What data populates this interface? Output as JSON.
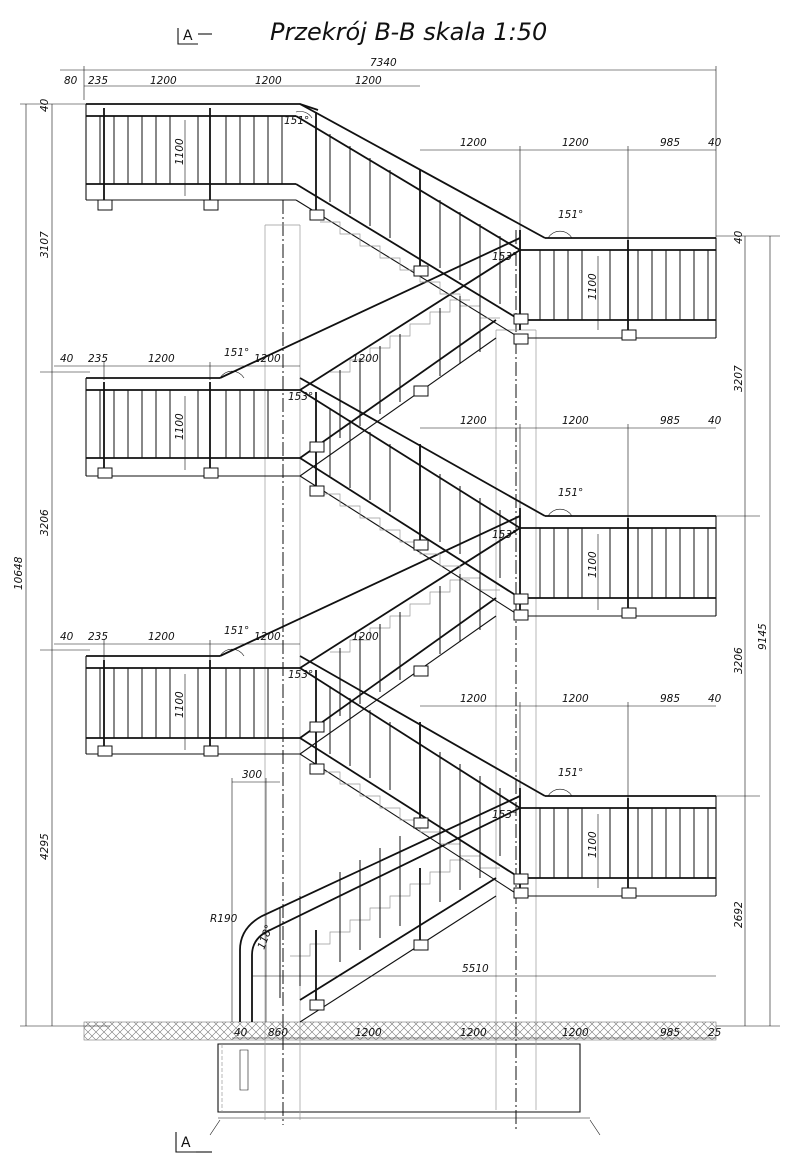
{
  "title": "Przekrój B-B skala 1:50",
  "section_marker": "A",
  "dims": {
    "total_width": "7340",
    "top_left_offset": "80",
    "d235": "235",
    "d1200": "1200",
    "d985": "985",
    "d40": "40",
    "d1100": "1100",
    "d300": "300",
    "d860": "860",
    "d25": "25",
    "d5510": "5510",
    "r190": "R190",
    "left_3107": "3107",
    "left_3206": "3206",
    "left_4295": "4295",
    "left_total": "10648",
    "right_3207": "3207",
    "right_3206": "3206",
    "right_2692": "2692",
    "right_total": "9145"
  },
  "angles": {
    "a151": "151°",
    "a153": "153°",
    "a118": "118°"
  }
}
